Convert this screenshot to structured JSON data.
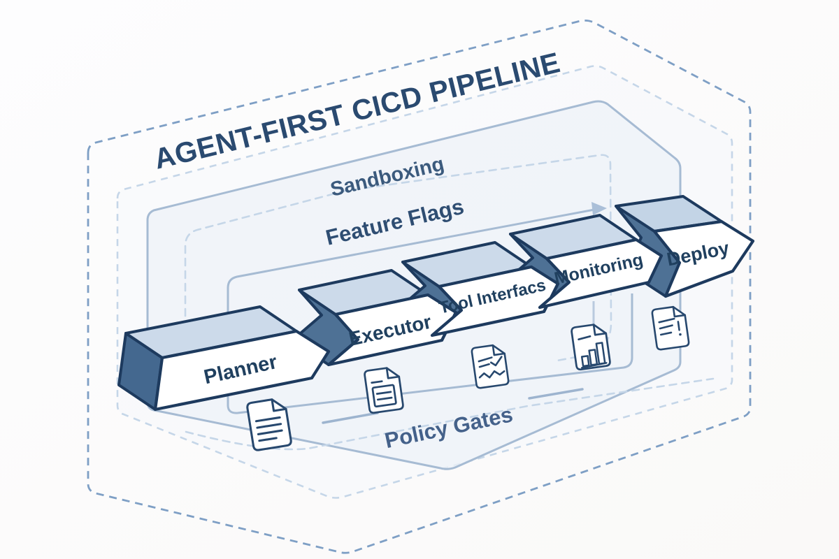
{
  "diagram": {
    "title": "AGENT-FIRST CICD PIPELINE",
    "layers": {
      "sandboxing": "Sandboxing",
      "feature_flags": "Feature Flags",
      "policy_gates": "Policy Gates"
    },
    "stages": [
      {
        "label": "Planner"
      },
      {
        "label": "Executor"
      },
      {
        "label": "Tool Interfacs"
      },
      {
        "label": "Monitoring"
      },
      {
        "label": "Deploy"
      }
    ],
    "icons": [
      "document-lines-icon",
      "document-report-icon",
      "document-check-icon",
      "document-chart-icon",
      "document-alert-icon"
    ],
    "colors": {
      "outline_navy": "#1d3a5e",
      "text_navy": "#2a4a70",
      "label_blue": "#3b5a7d",
      "block_top": "#ccdaea",
      "block_side": "#4e7195",
      "container_solid": "#a6bbd3",
      "dashed_dark": "#7e9fc5",
      "dashed_light": "#c5d6e8",
      "inner_fill": "#eef2f8",
      "arrow_blue": "#aabfd8"
    }
  }
}
